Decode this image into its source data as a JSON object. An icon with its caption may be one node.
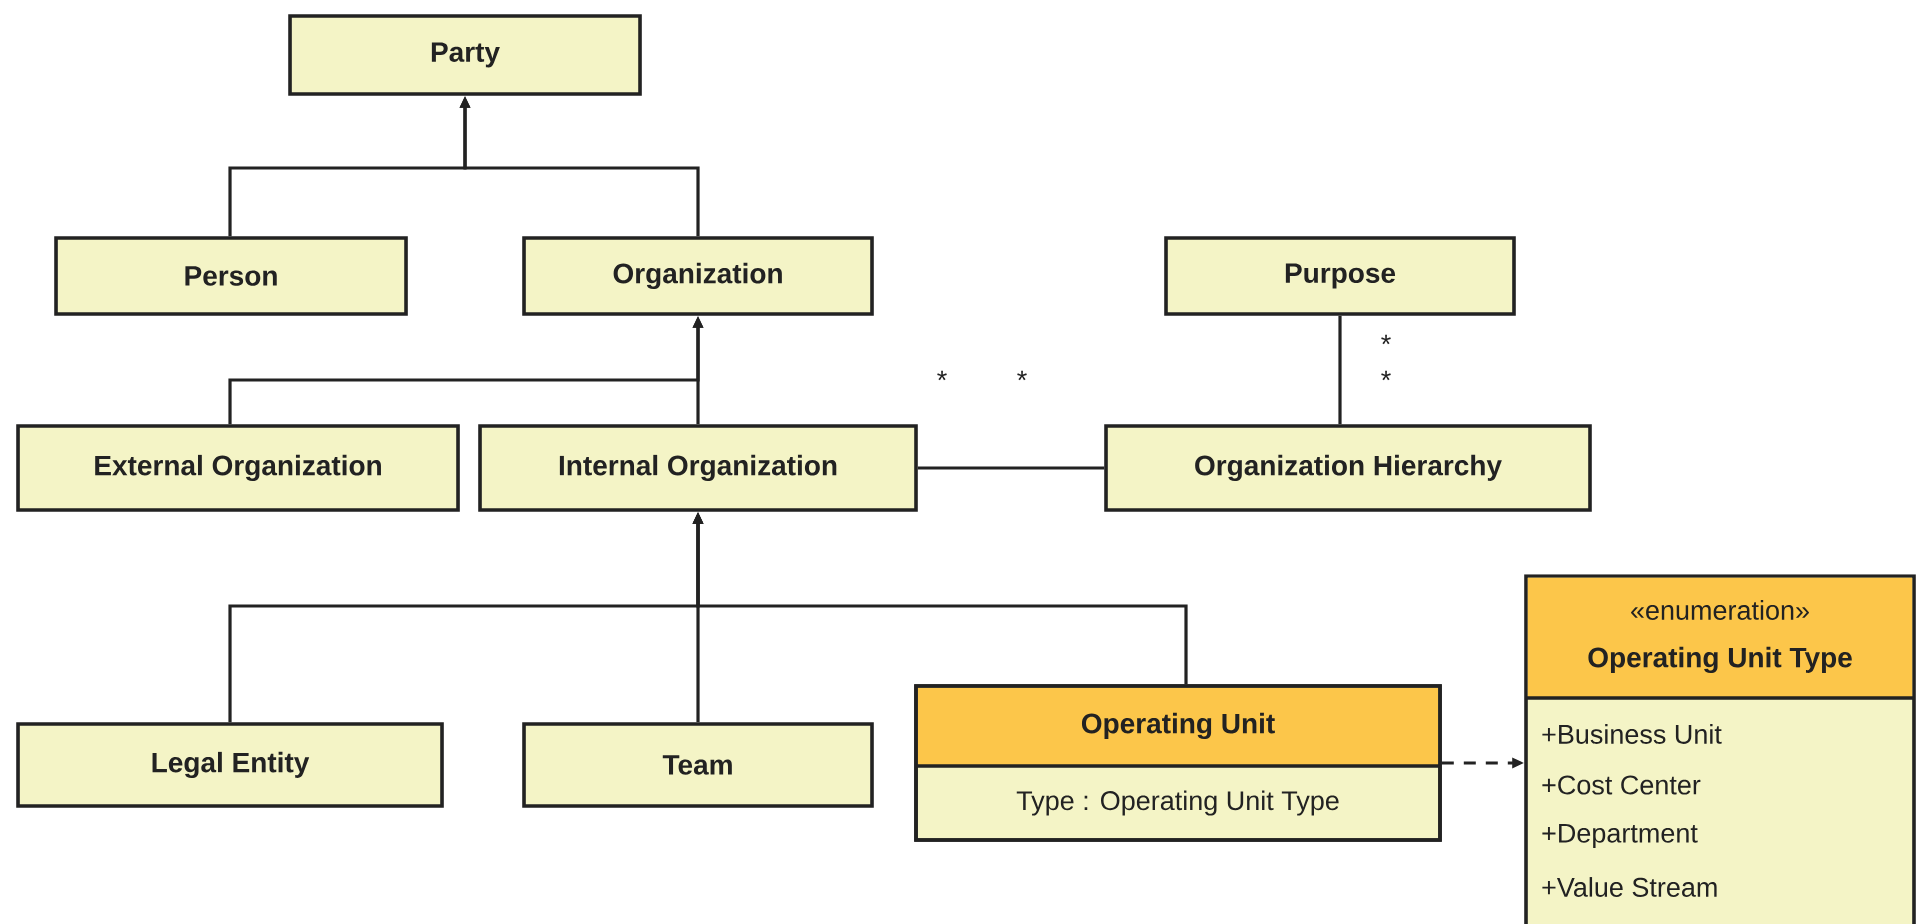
{
  "diagram": {
    "nodes": [
      {
        "text": [
          "Party"
        ]
      },
      {
        "text": [
          "Person"
        ]
      },
      {
        "text": [
          "Organization"
        ]
      },
      {
        "text": [
          "Purpose"
        ]
      },
      {
        "text": [
          "External Organization"
        ]
      },
      {
        "text": [
          "Internal Organization"
        ]
      },
      {
        "text": [
          "Organization Hierarchy"
        ]
      },
      {
        "text": [
          "Legal Entity"
        ]
      },
      {
        "text": [
          "Team"
        ]
      },
      {
        "text": [
          "Operating Unit",
          "Type : Operating Unit Type"
        ]
      },
      {
        "text": [
          "«enumeration»",
          "Operating Unit Type",
          "+Business Unit",
          "+Cost Center",
          "+Department",
          "+Value Stream"
        ]
      }
    ],
    "edges": [
      {
        "from": 1,
        "to": 0,
        "arrow": "to"
      },
      {
        "from": 2,
        "to": 0,
        "arrow": "to"
      },
      {
        "from": 4,
        "to": 2,
        "arrow": "to"
      },
      {
        "from": 5,
        "to": 2,
        "arrow": "to"
      },
      {
        "from": 7,
        "to": 5,
        "arrow": "to"
      },
      {
        "from": 8,
        "to": 5,
        "arrow": "to"
      },
      {
        "from": 9,
        "to": 5,
        "arrow": "to"
      },
      {
        "from": 5,
        "to": 6,
        "arrow": "none"
      },
      {
        "from": 3,
        "to": 6,
        "arrow": "none"
      },
      {
        "from": 9,
        "to": 10,
        "arrow": "to",
        "style": "dashed"
      }
    ],
    "labels": [
      "*",
      "*",
      "*",
      "*"
    ]
  }
}
